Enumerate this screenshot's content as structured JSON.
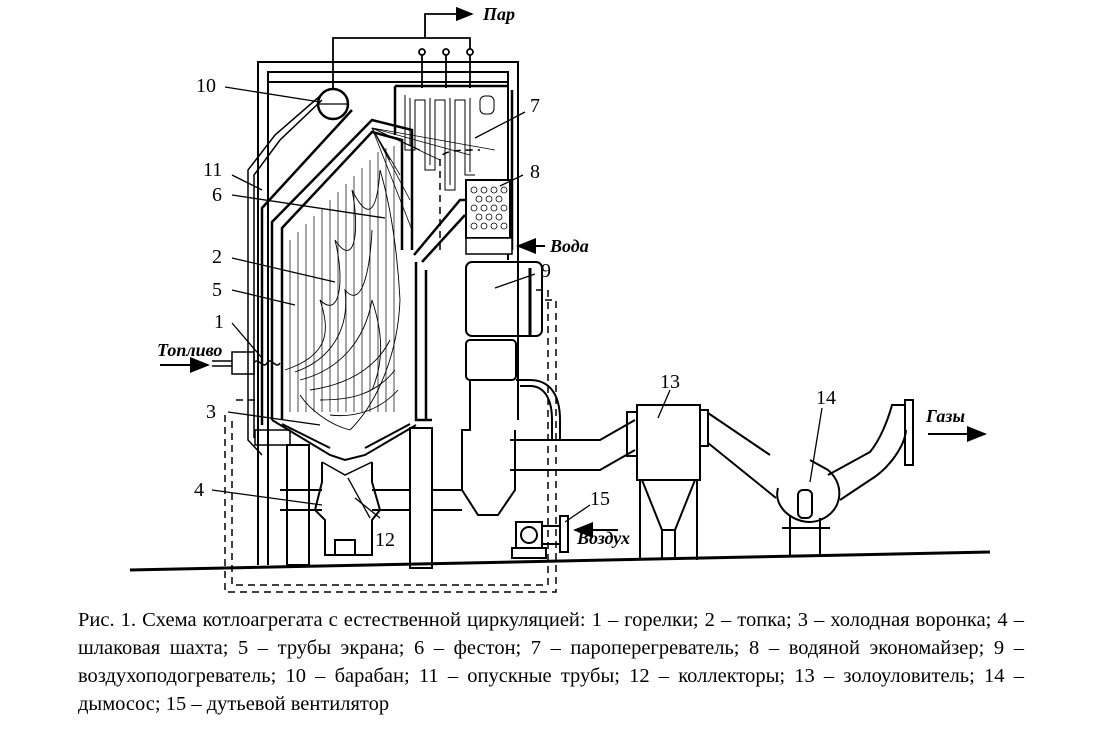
{
  "flows": {
    "steam": "Пар",
    "water": "Вода",
    "fuel": "Топливо",
    "gases": "Газы",
    "air": "Воздух"
  },
  "labels": {
    "n1": "1",
    "n2": "2",
    "n3": "3",
    "n4": "4",
    "n5": "5",
    "n6": "6",
    "n7": "7",
    "n8": "8",
    "n9": "9",
    "n10": "10",
    "n11": "11",
    "n12": "12",
    "n13": "13",
    "n14": "14",
    "n15": "15"
  },
  "caption": {
    "text": "Рис. 1. Схема котлоагрегата с естественной циркуляцией: 1 – горелки; 2 – топка; 3 – холодная воронка; 4 – шлаковая шахта; 5 – трубы экрана; 6 – фестон; 7 – пароперегреватель; 8 – водяной экономайзер; 9 – воздухоподогреватель; 10 – барабан; 11 – опускные трубы; 12 – коллекторы; 13 – золоуловитель; 14 – дымосос; 15 – дутьевой вентилятор"
  }
}
